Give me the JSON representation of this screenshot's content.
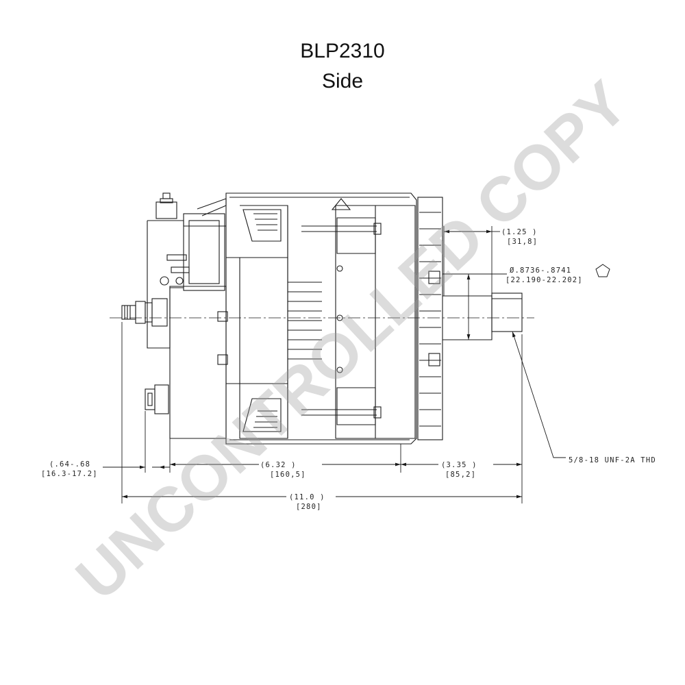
{
  "title": {
    "line1": "BLP2310",
    "line2": "Side"
  },
  "dimensions": {
    "shaft_length": {
      "inch": "(1.25  )",
      "mm": "[31,8]"
    },
    "shaft_diameter": {
      "inch": "Ø.8736-.8741",
      "mm": "[22.190-22.202]"
    },
    "stud_length": {
      "inch": "(.64-.68",
      "mm": "[16.3-17.2]"
    },
    "body_length": {
      "inch": "(6.32   )",
      "mm": "[160,5]"
    },
    "front_length": {
      "inch": "(3.35  )",
      "mm": "[85,2]"
    },
    "overall_length": {
      "inch": "(11.0 )",
      "mm": "[280]"
    },
    "thread_spec": "5/8-18 UNF-2A THD"
  },
  "watermark": "UNCONTROLLED COPY",
  "colors": {
    "line": "#1a1a1a",
    "watermark": "#9a9a9a"
  },
  "icons": {
    "datum_symbol": "pentagon-icon"
  }
}
